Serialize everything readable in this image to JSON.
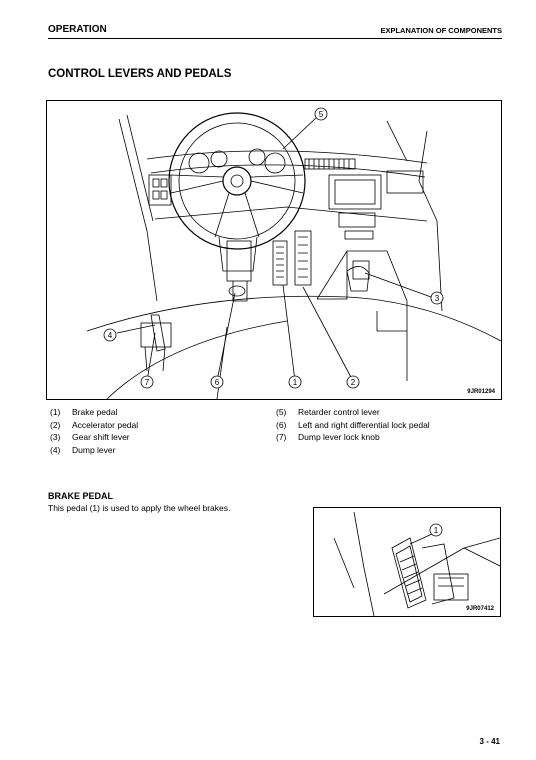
{
  "header": {
    "left": "OPERATION",
    "right": "EXPLANATION OF COMPONENTS"
  },
  "section_title": "CONTROL LEVERS AND PEDALS",
  "figure_main": {
    "code": "9JR01294",
    "callouts": [
      "1",
      "2",
      "3",
      "4",
      "5",
      "6",
      "7"
    ]
  },
  "legend": {
    "left": [
      {
        "num": "(1)",
        "label": "Brake pedal"
      },
      {
        "num": "(2)",
        "label": "Accelerator pedal"
      },
      {
        "num": "(3)",
        "label": "Gear shift lever"
      },
      {
        "num": "(4)",
        "label": "Dump lever"
      }
    ],
    "right": [
      {
        "num": "(5)",
        "label": "Retarder control lever"
      },
      {
        "num": "(6)",
        "label": "Left and right differential lock pedal"
      },
      {
        "num": "(7)",
        "label": "Dump lever lock knob"
      }
    ]
  },
  "brake_pedal": {
    "title": "BRAKE PEDAL",
    "text": "This pedal (1) is used to apply the wheel brakes.",
    "figure_code": "9JR07412",
    "callout": "1"
  },
  "page_number": "3 - 41"
}
